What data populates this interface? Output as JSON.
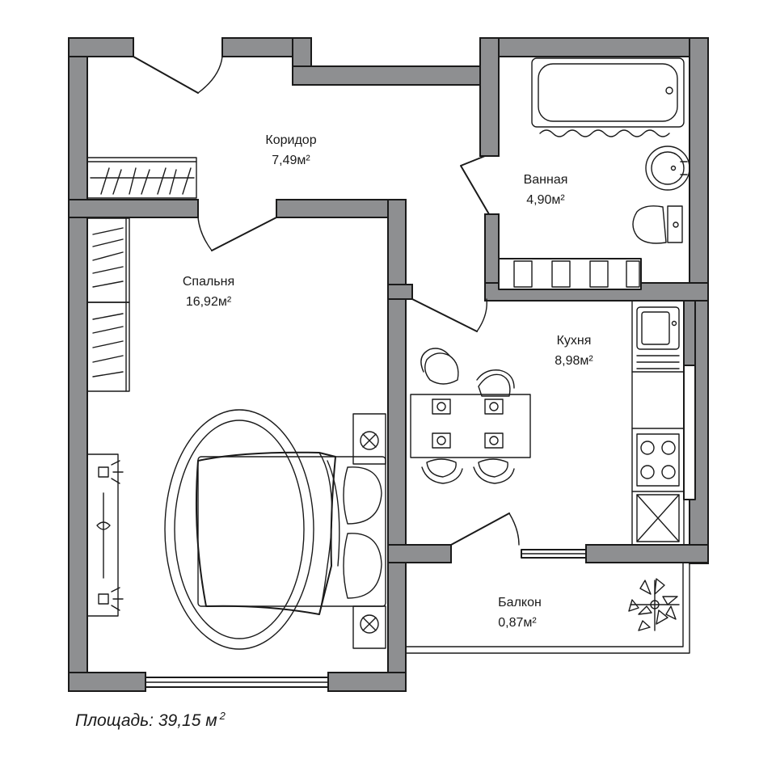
{
  "rooms": {
    "corridor": {
      "name": "Коридор",
      "area": "7,49м²"
    },
    "bathroom": {
      "name": "Ванная",
      "area": "4,90м²"
    },
    "bedroom": {
      "name": "Спальня",
      "area": "16,92м²"
    },
    "kitchen": {
      "name": "Кухня",
      "area": "8,98м²"
    },
    "balcony": {
      "name": "Балкон",
      "area": "0,87м²"
    }
  },
  "total": {
    "label": "Площадь: 39,15 м",
    "superscript": "2"
  },
  "colors": {
    "wall": "#8e8f91",
    "line": "#1a1a1a",
    "background": "#ffffff"
  },
  "icons": [
    "bathtub-icon",
    "sink-icon",
    "toilet-icon",
    "wardrobe-icon",
    "bed-icon",
    "dining-table-icon",
    "chair-icon",
    "stove-icon",
    "kitchen-sink-icon",
    "plant-icon",
    "tv-icon",
    "lamp-icon"
  ]
}
